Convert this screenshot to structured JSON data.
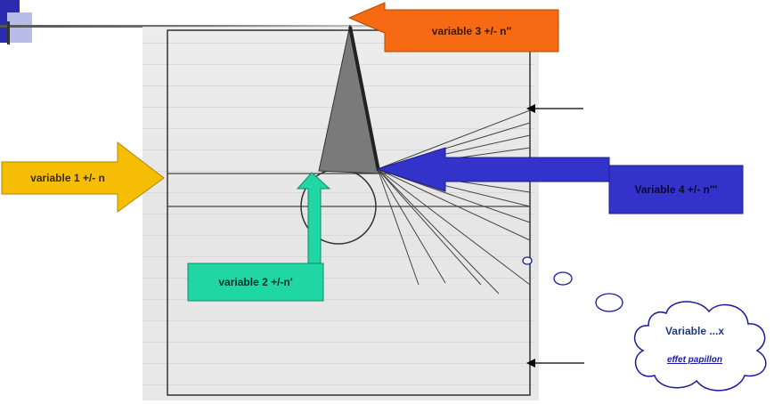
{
  "labels": {
    "var1": "variable 1 +/- n",
    "var2": "variable 2 +/-n′",
    "var3": "variable 3 +/- n′′",
    "var4": "Variable 4 +/- n′′′",
    "cloud_title": "Variable ...x",
    "cloud_sub": "effet papillon"
  },
  "colors": {
    "var1": "#f5be05",
    "var2": "#1fd6a4",
    "var3": "#f56a12",
    "var4": "#3333cc",
    "cloud_text": "#1f3b7a",
    "cloud_link": "#1a1aa6"
  }
}
